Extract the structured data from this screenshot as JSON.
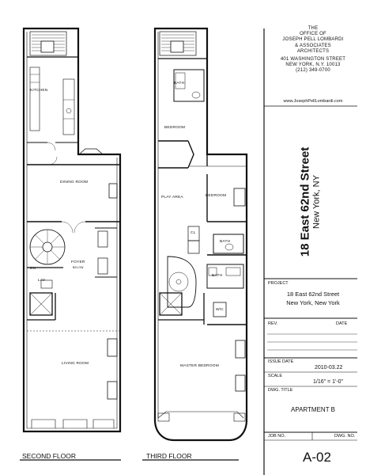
{
  "office": {
    "lines": [
      "THE",
      "OFFICE OF",
      "JOSEPH PELL LOMBARDI",
      "& ASSOCIATES",
      "ARCHITECTS",
      "401 WASHINGTON STREET",
      "NEW YORK, N.Y. 10013",
      "(212) 349-0700"
    ],
    "url": "www.JosephPellLombardi.com"
  },
  "address_vertical": {
    "line1": "18 East 62nd Street",
    "line2": "New York, NY"
  },
  "title_block": {
    "project_label": "PROJECT",
    "project_line1": "18 East 62nd Street",
    "project_line2": "New York, New York",
    "rev_label": "REV.",
    "date_label": "DATE",
    "issue_date_label": "ISSUE DATE",
    "issue_date": "2010-03.22",
    "scale_label": "SCALE",
    "scale": "1/16\" = 1'-0\"",
    "dwg_title_label": "DWG. TITLE",
    "dwg_title": "APARTMENT B",
    "job_no_label": "JOB NO.",
    "dwg_no_label": "DWG. NO.",
    "sheet": "A-02"
  },
  "floors": {
    "second": "SECOND FLOOR",
    "third": "THIRD FLOOR"
  },
  "rooms": {
    "kitchen": "KITCHEN",
    "dining": "DINING ROOM",
    "foyer": "FOYER",
    "foyer_sub": "BELOW",
    "lav": "LAV",
    "dn": "DN",
    "living": "LIVING ROOM",
    "bath1": "BATH",
    "bedroom1": "BEDROOM",
    "play": "PLAY AREA",
    "bedroom2": "BEDROOM",
    "cl": "CL",
    "bath2": "BATH",
    "bath3": "BATH",
    "wic": "W/C",
    "master": "MASTER BEDROOM"
  }
}
